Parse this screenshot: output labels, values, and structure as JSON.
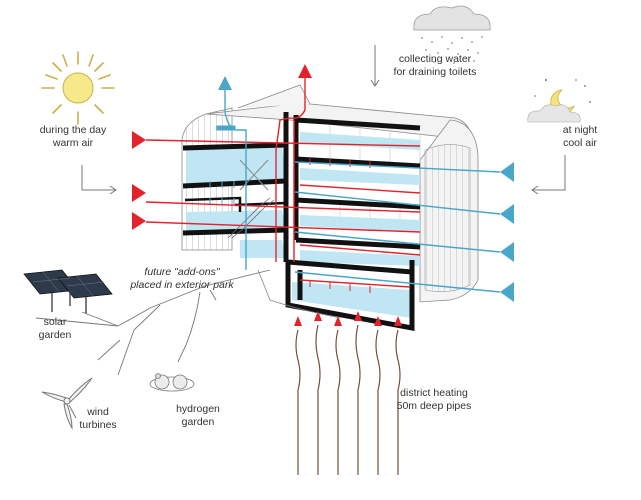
{
  "labels": {
    "water_line1": "collecting water",
    "water_line2": "for draining toilets",
    "day_line1": "during the day",
    "day_line2": "warm air",
    "night_line1": "at night",
    "night_line2": "cool air",
    "addons_line1": "future \"add-ons\"",
    "addons_line2": "placed in exterior park",
    "solar_line1": "solar",
    "solar_line2": "garden",
    "wind_line1": "wind",
    "wind_line2": "turbines",
    "hydrogen_line1": "hydrogen",
    "hydrogen_line2": "garden",
    "heating_line1": "district heating",
    "heating_line2": "50m deep pipes"
  },
  "colors": {
    "warm": "#e3232c",
    "cool": "#4aa6c9",
    "water_fill": "#bfe6f2",
    "ink": "#333333",
    "sun": "#f5e37a",
    "pipe": "#7a4a3a"
  },
  "icons": [
    "sun-icon",
    "moon-icon",
    "cloud-icon",
    "solar-panel-icon",
    "wind-turbine-icon",
    "hydrogen-icon"
  ]
}
